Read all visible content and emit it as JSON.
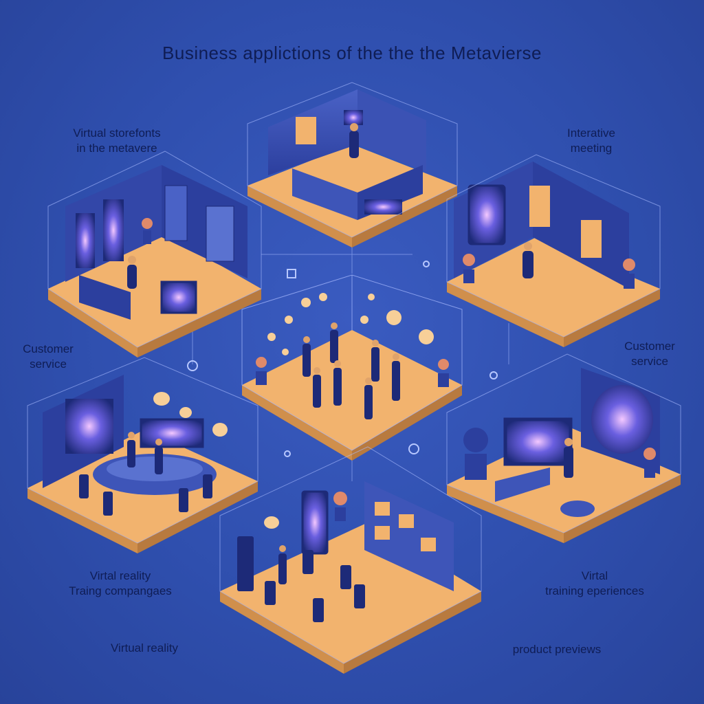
{
  "title": "Business applictions of the the  the Metavierse",
  "labels": {
    "storefronts_line1": "Virtual storefonts",
    "storefronts_line2": "in the metavere",
    "meetings_line1": "Interative",
    "meetings_line2": "meeting",
    "service_left_line1": "Customer",
    "service_left_line2": "service",
    "service_right_line1": "Customer",
    "service_right_line2": "service",
    "vr_training_line1": "Virtal reality",
    "vr_training_line2": "Traing compangaes",
    "virtual_training_line1": "Virtal",
    "virtual_training_line2": "training eperiences",
    "virtual_reality": "Virtual reality",
    "product_previews": "product previews"
  },
  "colors": {
    "background": "#2f4fae",
    "floor": "#f2b36e",
    "wall": "#2c3f9e",
    "wall_light": "#4b63c8",
    "text": "#0f1d55"
  }
}
